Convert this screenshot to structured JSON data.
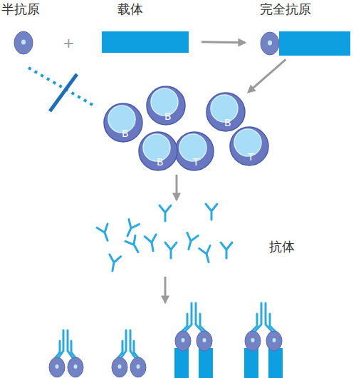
{
  "diagram": {
    "nodes": [
      {
        "text": [
          "半抗原"
        ]
      },
      {
        "text": [
          "载体"
        ]
      },
      {
        "text": [
          "完全抗原"
        ]
      },
      {
        "text": [
          "B"
        ]
      },
      {
        "text": [
          "B"
        ]
      },
      {
        "text": [
          "B"
        ]
      },
      {
        "text": [
          "T"
        ]
      },
      {
        "text": [
          "T"
        ]
      },
      {
        "text": [
          "B"
        ]
      }
    ],
    "edges": [
      {
        "from": 1,
        "to": 2,
        "arrow": "to"
      },
      {
        "from": 2,
        "to": 4,
        "arrow": "to"
      }
    ],
    "labels": [
      "+",
      "抗体"
    ]
  }
}
